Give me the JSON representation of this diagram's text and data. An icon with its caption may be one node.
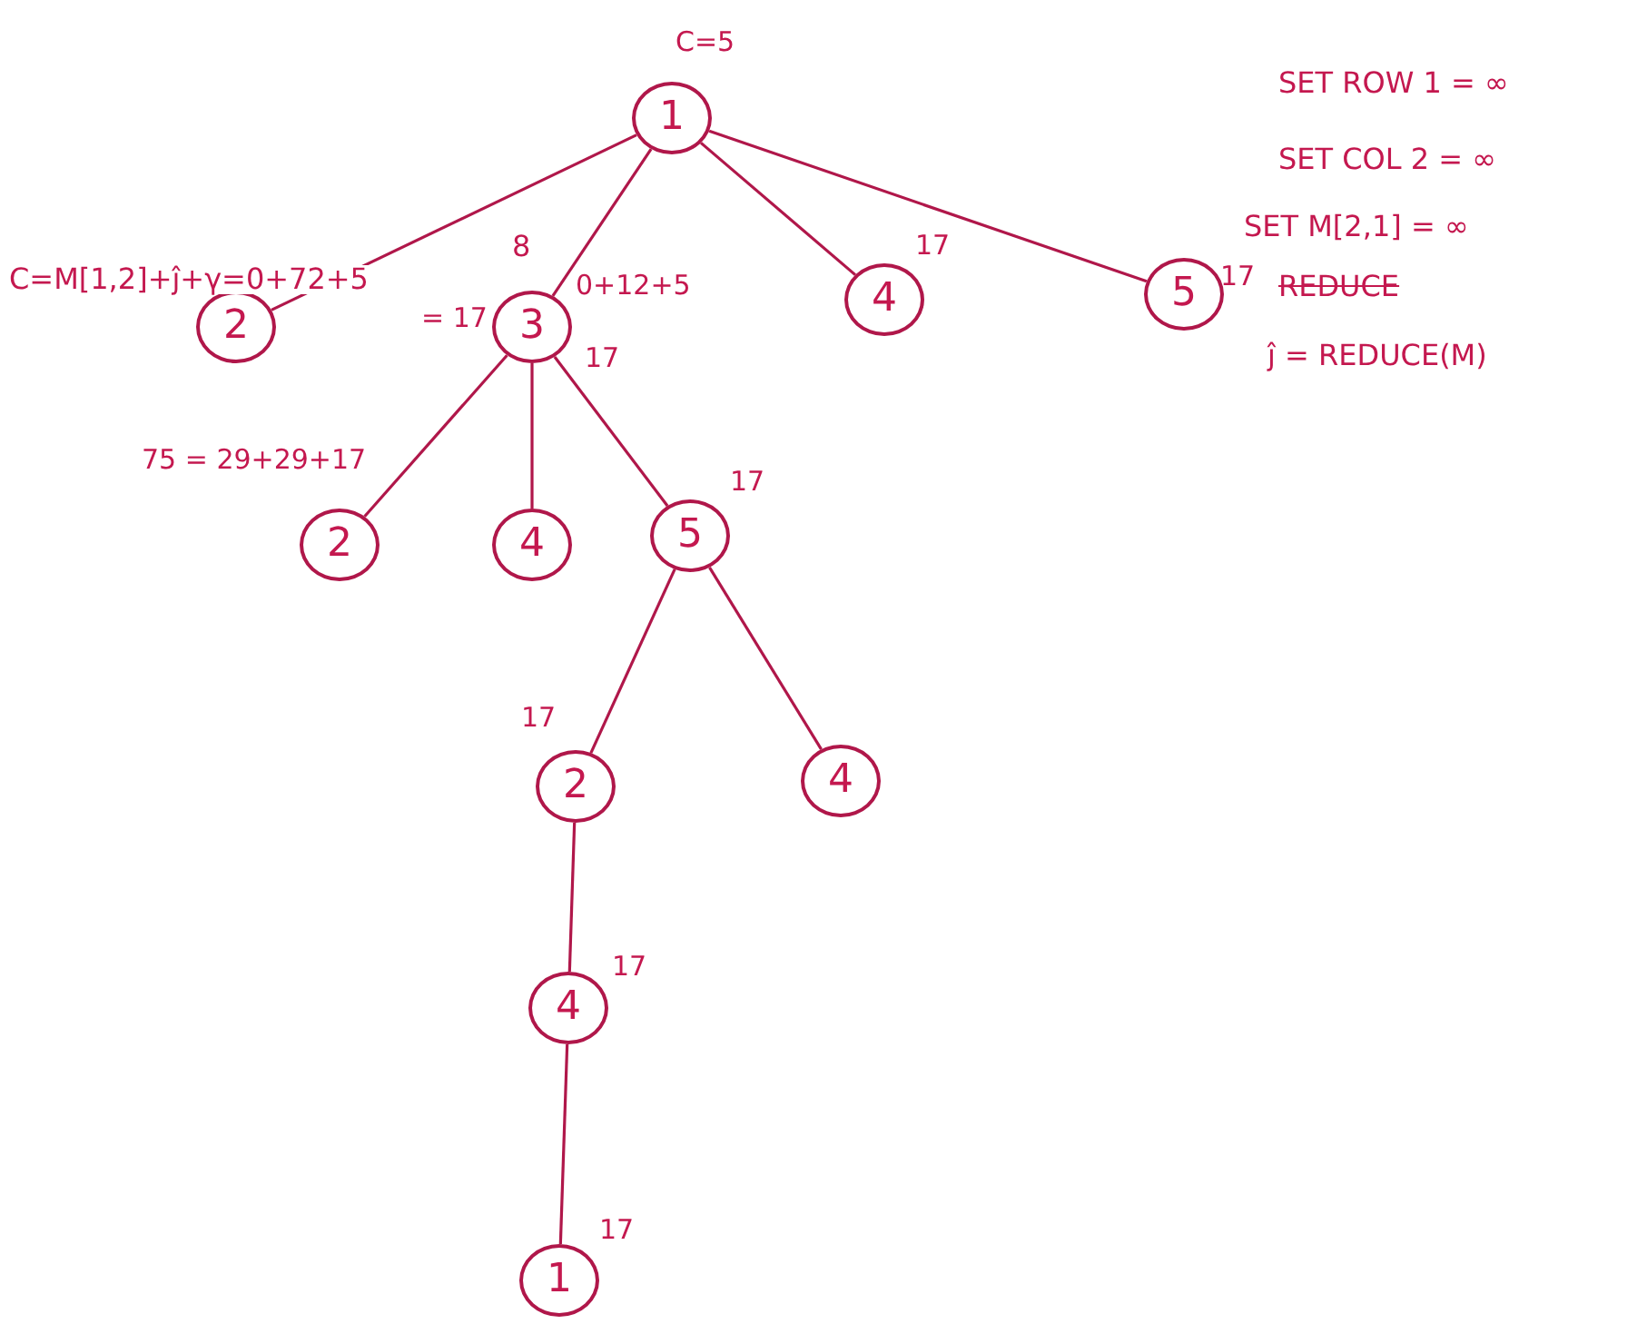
{
  "diagram": {
    "nodes": [
      {
        "text": [
          "1"
        ],
        "beside": [
          "C=5"
        ]
      },
      {
        "text": [
          "2"
        ]
      },
      {
        "text": [
          "3"
        ],
        "beside": [
          "0+12+5",
          "17"
        ]
      },
      {
        "text": [
          "4"
        ],
        "beside": [
          "17"
        ]
      },
      {
        "text": [
          "5"
        ],
        "beside": [
          "17"
        ]
      },
      {
        "text": [
          "2"
        ]
      },
      {
        "text": [
          "4"
        ]
      },
      {
        "text": [
          "5"
        ],
        "beside": [
          "17"
        ]
      },
      {
        "text": [
          "2"
        ],
        "beside": [
          "17"
        ]
      },
      {
        "text": [
          "4"
        ]
      },
      {
        "text": [
          "4"
        ],
        "beside": [
          "17"
        ]
      },
      {
        "text": [
          "1"
        ],
        "beside": [
          "17"
        ]
      }
    ],
    "edges": [
      {
        "from": 0,
        "to": 1,
        "arrow": "none"
      },
      {
        "from": 0,
        "to": 2,
        "arrow": "none"
      },
      {
        "from": 0,
        "to": 3,
        "arrow": "none"
      },
      {
        "from": 0,
        "to": 4,
        "arrow": "none"
      },
      {
        "from": 2,
        "to": 5,
        "arrow": "none"
      },
      {
        "from": 2,
        "to": 6,
        "arrow": "none"
      },
      {
        "from": 2,
        "to": 7,
        "arrow": "none"
      },
      {
        "from": 7,
        "to": 8,
        "arrow": "none"
      },
      {
        "from": 7,
        "to": 9,
        "arrow": "none"
      },
      {
        "from": 8,
        "to": 10,
        "arrow": "none"
      },
      {
        "from": 10,
        "to": 11,
        "arrow": "none"
      }
    ],
    "labels": [
      "8",
      "C=M[1,2]+ĵ+γ=0+72+5",
      "= 17",
      "75 = 29+29+17",
      "SET ROW 1 = ∞",
      "SET COL 2 = ∞",
      "SET M[2,1] = ∞",
      "REDUCE",
      "ĵ = REDUCE(M)"
    ]
  }
}
